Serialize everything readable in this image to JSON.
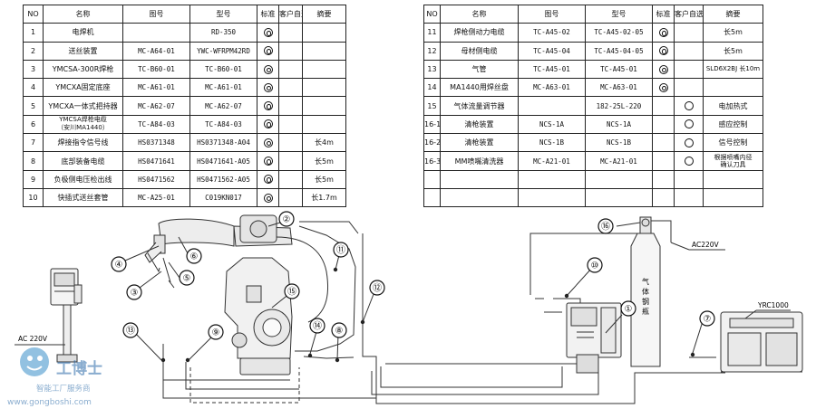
{
  "table_left": {
    "headers": [
      "NO",
      "名称",
      "图号",
      "型号",
      "标准",
      "客户自选",
      "摘要"
    ],
    "rows": [
      {
        "no": "1",
        "name": "电焊机",
        "drawing": "",
        "model": "RD-350",
        "std": true,
        "opt": false,
        "note": ""
      },
      {
        "no": "2",
        "name": "送丝装置",
        "drawing": "MC-A64-01",
        "model": "YWC-WFRPM42RD",
        "std": true,
        "opt": false,
        "note": ""
      },
      {
        "no": "3",
        "name": "YMCSA-300R焊枪",
        "drawing": "TC-B60-01",
        "model": "TC-B60-01",
        "std": true,
        "opt": false,
        "note": ""
      },
      {
        "no": "4",
        "name": "YMCXA固定底座",
        "drawing": "MC-A61-01",
        "model": "MC-A61-01",
        "std": true,
        "opt": false,
        "note": ""
      },
      {
        "no": "5",
        "name": "YMCXA一体式把持器",
        "drawing": "MC-A62-07",
        "model": "MC-A62-07",
        "std": true,
        "opt": false,
        "note": ""
      },
      {
        "no": "6",
        "name": "YMCSA焊枪电缆\n（安川MA1440）",
        "drawing": "TC-A84-03",
        "model": "TC-A84-03",
        "std": true,
        "opt": false,
        "note": ""
      },
      {
        "no": "7",
        "name": "焊接指令信号线",
        "drawing": "HS0371348",
        "model": "HS0371348-A04",
        "std": true,
        "opt": false,
        "note": "长4m"
      },
      {
        "no": "8",
        "name": "底部装备电缆",
        "drawing": "HS0471641",
        "model": "HS0471641-A05",
        "std": true,
        "opt": false,
        "note": "长5m"
      },
      {
        "no": "9",
        "name": "负极侧电压检出线",
        "drawing": "HS0471562",
        "model": "HS0471562-A05",
        "std": true,
        "opt": false,
        "note": "长5m"
      },
      {
        "no": "10",
        "name": "快插式送丝套管",
        "drawing": "MC-A25-01",
        "model": "C019KN017",
        "std": true,
        "opt": false,
        "note": "长1.7m"
      }
    ]
  },
  "table_right": {
    "headers": [
      "NO",
      "名称",
      "图号",
      "型号",
      "标准",
      "客户自选",
      "摘要"
    ],
    "rows": [
      {
        "no": "11",
        "name": "焊枪侧动力电缆",
        "drawing": "TC-A45-02",
        "model": "TC-A45-02-05",
        "std": true,
        "opt": false,
        "note": "长5m"
      },
      {
        "no": "12",
        "name": "母材侧电缆",
        "drawing": "TC-A45-04",
        "model": "TC-A45-04-05",
        "std": true,
        "opt": false,
        "note": "长5m"
      },
      {
        "no": "13",
        "name": "气管",
        "drawing": "TC-A45-01",
        "model": "TC-A45-01",
        "std": true,
        "opt": false,
        "note": "SLD6X2BJ 长10m"
      },
      {
        "no": "14",
        "name": "MA1440用焊丝盘",
        "drawing": "MC-A63-01",
        "model": "MC-A63-01",
        "std": true,
        "opt": false,
        "note": ""
      },
      {
        "no": "15",
        "name": "气体流量调节器",
        "drawing": "",
        "model": "182-25L-220",
        "std": false,
        "opt": true,
        "note": "电加热式"
      },
      {
        "no": "16-1",
        "name": "清枪装置",
        "drawing": "NCS-1A",
        "model": "NCS-1A",
        "std": false,
        "opt": true,
        "note": "感应控制"
      },
      {
        "no": "16-2",
        "name": "清枪装置",
        "drawing": "NCS-1B",
        "model": "NCS-1B",
        "std": false,
        "opt": true,
        "note": "信号控制"
      },
      {
        "no": "16-3",
        "name": "MM喷嘴清洗器",
        "drawing": "MC-A21-01",
        "model": "MC-A21-01",
        "std": false,
        "opt": true,
        "note": "根据喷嘴内径\n确认刀具"
      },
      {
        "no": "",
        "name": "",
        "drawing": "",
        "model": "",
        "std": false,
        "opt": false,
        "note": ""
      },
      {
        "no": "",
        "name": "",
        "drawing": "",
        "model": "",
        "std": false,
        "opt": false,
        "note": ""
      }
    ]
  },
  "diagram": {
    "callouts": [
      "①",
      "②",
      "③",
      "④",
      "⑤",
      "⑥",
      "⑦",
      "⑧",
      "⑨",
      "⑩",
      "⑪",
      "⑫",
      "⑬",
      "⑭",
      "⑮",
      "⑯"
    ],
    "labels": {
      "ac_left": "AC 220V",
      "ac_right": "AC220V",
      "gas_bottle": "气\n体\n钢\n瓶",
      "controller": "YRC1000"
    },
    "watermark": {
      "name": "工博士",
      "sub": "智能工厂服务商",
      "url": "www.gongboshi.com"
    }
  }
}
